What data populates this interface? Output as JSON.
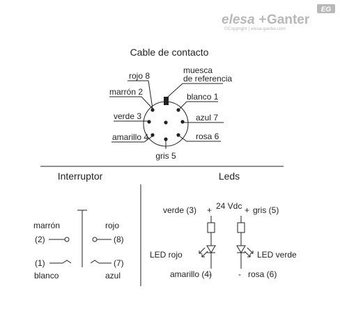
{
  "logo": {
    "brand_left": "elesa",
    "plus": "+",
    "brand_right": "Ganter",
    "badge": "EG",
    "copyright": "©Copyright | elesa-ganter.com",
    "color": "#b8b8b8"
  },
  "connector": {
    "title": "Cable de contacto",
    "pins": {
      "rojo_8": "rojo 8",
      "marron_2": "marrón 2",
      "verde_3": "verde 3",
      "amarillo_4": "amarillo 4",
      "gris_5": "gris 5",
      "blanco_1": "blanco 1",
      "azul_7": "azul 7",
      "rosa_6": "rosa 6"
    },
    "notch_line1": "muesca",
    "notch_line2": "de referencia"
  },
  "switch": {
    "title": "Interruptor",
    "marron": "marrón",
    "rojo": "rojo",
    "pin2": "(2)",
    "pin8": "(8)",
    "pin1": "(1)",
    "pin7": "(7)",
    "blanco": "blanco",
    "azul": "azul"
  },
  "leds": {
    "title": "Leds",
    "verde3": "verde (3)",
    "plus_left": "+",
    "voltage": "24 Vdc",
    "plus_right": "+",
    "gris5": "gris (5)",
    "led_rojo": "LED rojo",
    "led_verde": "LED verde",
    "amarillo4": "amarillo (4)",
    "minus_left": "-",
    "minus_right": "-",
    "rosa6": "rosa (6)"
  }
}
